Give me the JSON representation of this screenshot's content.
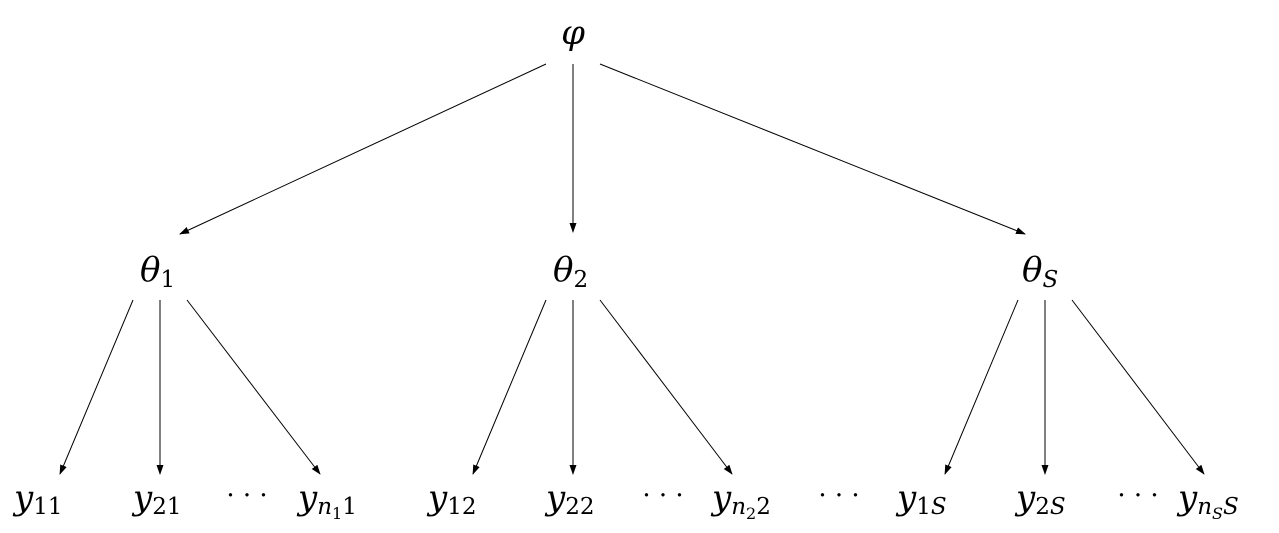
{
  "nodes": {
    "root": {
      "base": "φ",
      "sub": ""
    },
    "theta_1": {
      "base": "θ",
      "sub": "1"
    },
    "theta_2": {
      "base": "θ",
      "sub": "2"
    },
    "theta_S": {
      "base": "θ",
      "sub": "S"
    },
    "y_11": {
      "base": "y",
      "sub": "11"
    },
    "y_21": {
      "base": "y",
      "sub": "21"
    },
    "y_n11": {
      "base": "y",
      "sub_a": "n",
      "sub_b": "1",
      "sub_c": "1"
    },
    "y_12": {
      "base": "y",
      "sub": "12"
    },
    "y_22": {
      "base": "y",
      "sub": "22"
    },
    "y_n22": {
      "base": "y",
      "sub_a": "n",
      "sub_b": "2",
      "sub_c": "2"
    },
    "y_1S": {
      "base": "y",
      "sub_a": "1",
      "sub_b": "S"
    },
    "y_2S": {
      "base": "y",
      "sub_a": "2",
      "sub_b": "S"
    },
    "y_nSS": {
      "base": "y",
      "sub_a": "n",
      "sub_b": "S",
      "sub_c": "S"
    }
  },
  "ellipses": {
    "group_1": "· · ·",
    "group_2": "· · ·",
    "between_2_S": "· · ·",
    "group_S": "· · ·"
  },
  "edges": [
    {
      "from": "root",
      "to": "theta_1"
    },
    {
      "from": "root",
      "to": "theta_2"
    },
    {
      "from": "root",
      "to": "theta_S"
    },
    {
      "from": "theta_1",
      "to": "y_11"
    },
    {
      "from": "theta_1",
      "to": "y_21"
    },
    {
      "from": "theta_1",
      "to": "y_n11"
    },
    {
      "from": "theta_2",
      "to": "y_12"
    },
    {
      "from": "theta_2",
      "to": "y_22"
    },
    {
      "from": "theta_2",
      "to": "y_n22"
    },
    {
      "from": "theta_S",
      "to": "y_1S"
    },
    {
      "from": "theta_S",
      "to": "y_2S"
    },
    {
      "from": "theta_S",
      "to": "y_nSS"
    }
  ]
}
